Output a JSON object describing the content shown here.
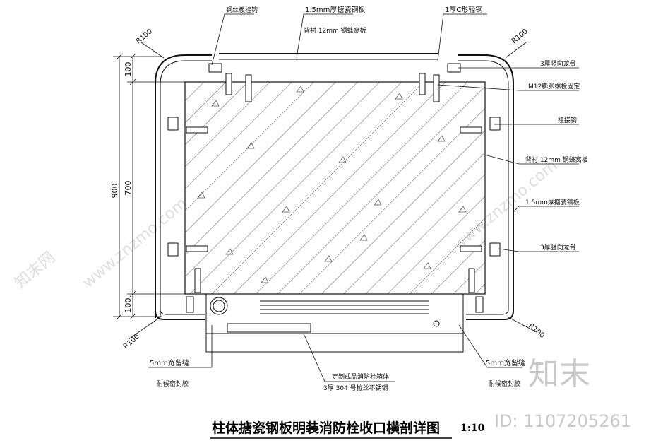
{
  "labels": {
    "top_left_hanger": "钢丝板挂钩",
    "top_steel_panel": "1.5mm厚搪瓷钢板",
    "top_backing": "背衬 12mm 钢蜂窝板",
    "top_c_channel": "1厚C形轻钢",
    "right_square_tube_top": "3厚竖向龙骨",
    "right_anchor_bolt": "M12膨胀螺栓固定",
    "right_hanger": "挂接钩",
    "right_backing": "背衬 12mm 钢蜂窝板",
    "right_steel_panel": "1.5mm厚搪瓷钢板",
    "right_square_tube_bottom": "3厚竖向龙骨",
    "bottom_left_gap": "5mm宽留缝",
    "bottom_left_gap_sub": "耐候密封胶",
    "bottom_center_fixture": "定制成品消防栓箱体",
    "bottom_center_fixture_sub": "3厚 304 号拉丝不锈钢",
    "bottom_right_gap": "5mm宽留缝",
    "bottom_right_gap_sub": "耐候密封胶"
  },
  "radii": {
    "top_left": "R100",
    "top_right": "R100",
    "bottom_left": "R100",
    "bottom_right": "R100"
  },
  "dimensions": {
    "total": "900",
    "top": "100",
    "middle": "700",
    "bottom": "100"
  },
  "title": "柱体搪瓷钢板明装消防栓收口横剖详图",
  "scale": "1:10",
  "watermark": {
    "brand": "知末",
    "id": "ID: 1107205261",
    "url_left": "www.znzmo.com",
    "url_right": "www.znzmo.com",
    "corner": "知末网"
  }
}
